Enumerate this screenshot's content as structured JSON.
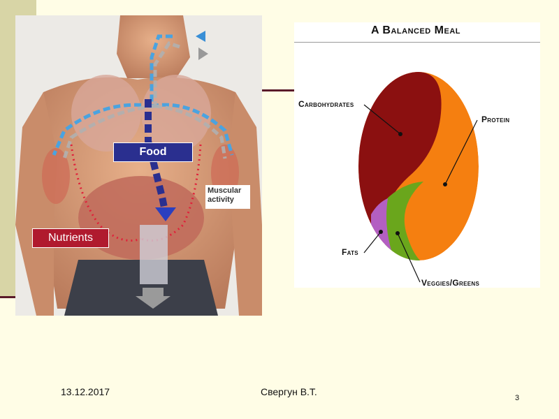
{
  "left_figure": {
    "food_label": "Food",
    "nutrients_label": "Nutrients",
    "muscular_label": "Muscular activity"
  },
  "meal_chart": {
    "title": "A Balanced Meal",
    "slices": {
      "carbohydrates": "Carbohydrates",
      "protein": "Protein",
      "fats": "Fats",
      "veggies": "Veggies/Greens"
    },
    "colors": {
      "carbohydrates": "#8b1010",
      "protein": "#f57f10",
      "fats": "#b35fc2",
      "veggies": "#6aa61c"
    }
  },
  "footer": {
    "date": "13.12.2017",
    "author": "Свергун В.Т.",
    "page": "3"
  }
}
